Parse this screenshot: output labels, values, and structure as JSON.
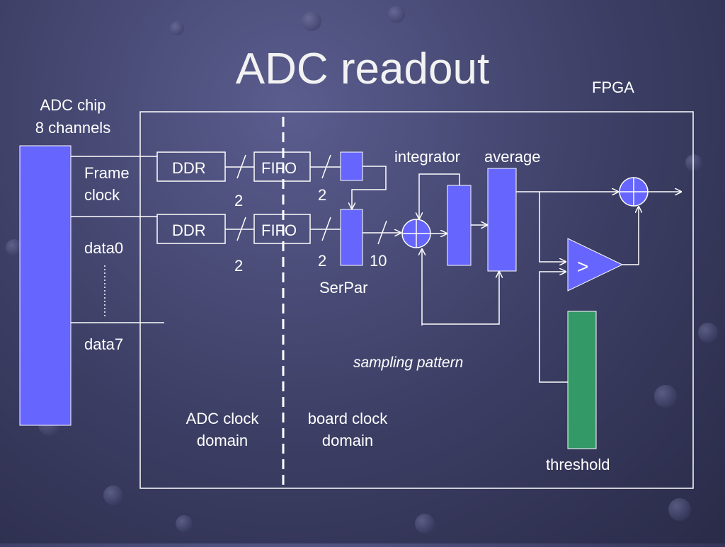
{
  "title": "ADC readout",
  "fpga_label": "FPGA",
  "adc_chip": {
    "line1": "ADC chip",
    "line2": "8 channels"
  },
  "signals": {
    "frame1": "Frame",
    "frame2": "clock",
    "data0": "data0",
    "data7": "data7"
  },
  "blocks": {
    "ddr_top": "DDR",
    "ddr_bottom": "DDR",
    "fifo_top": "FIFO",
    "fifo_bottom": "FIFO"
  },
  "bus_widths": {
    "ddr_top": "2",
    "ddr_bottom": "2",
    "fifo_top": "2",
    "fifo_bottom": "2",
    "serpar_out": "10"
  },
  "serpar": "SerPar",
  "integrator": "integrator",
  "average": "average",
  "sampling_pattern": "sampling pattern",
  "threshold": "threshold",
  "comparator_symbol": ">",
  "domains": {
    "adc_line1": "ADC clock",
    "adc_line2": "domain",
    "board_line1": "board clock",
    "board_line2": "domain"
  },
  "colors": {
    "block": "#6666ff",
    "threshold": "#339966",
    "stroke": "#ffffff"
  }
}
